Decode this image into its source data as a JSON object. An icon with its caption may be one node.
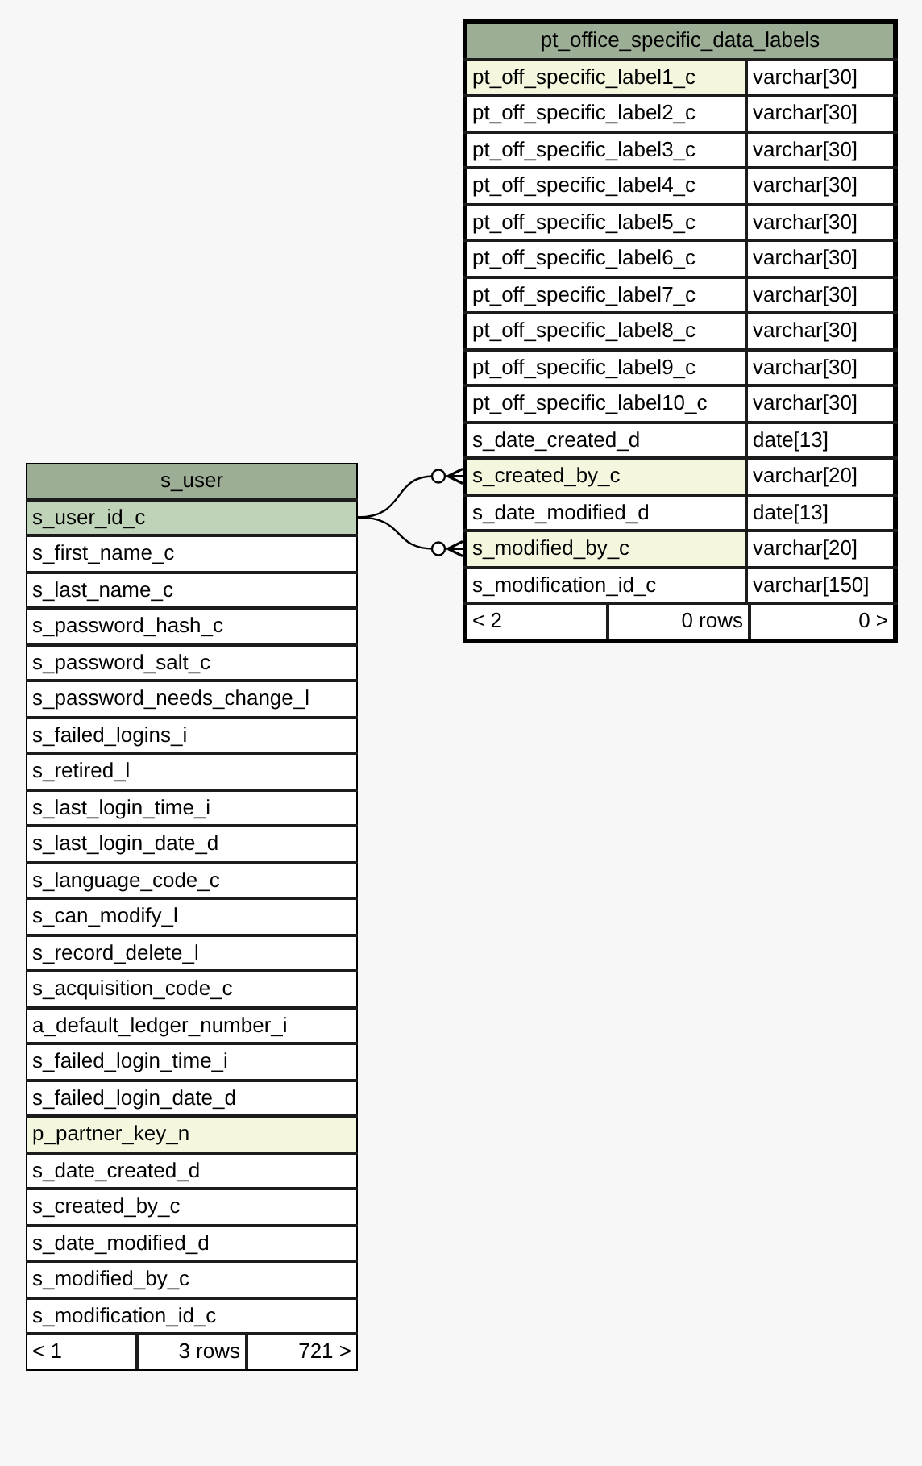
{
  "diagram": {
    "nodes": [
      {
        "text": [
          "pt_office_specific_data_labels"
        ]
      },
      {
        "text": [
          "pt_off_specific_label1_c",
          "varchar[30]"
        ],
        "in": 0
      },
      {
        "text": [
          "pt_off_specific_label2_c",
          "varchar[30]"
        ],
        "in": 0
      },
      {
        "text": [
          "pt_off_specific_label3_c",
          "varchar[30]"
        ],
        "in": 0
      },
      {
        "text": [
          "pt_off_specific_label4_c",
          "varchar[30]"
        ],
        "in": 0
      },
      {
        "text": [
          "pt_off_specific_label5_c",
          "varchar[30]"
        ],
        "in": 0
      },
      {
        "text": [
          "pt_off_specific_label6_c",
          "varchar[30]"
        ],
        "in": 0
      },
      {
        "text": [
          "pt_off_specific_label7_c",
          "varchar[30]"
        ],
        "in": 0
      },
      {
        "text": [
          "pt_off_specific_label8_c",
          "varchar[30]"
        ],
        "in": 0
      },
      {
        "text": [
          "pt_off_specific_label9_c",
          "varchar[30]"
        ],
        "in": 0
      },
      {
        "text": [
          "pt_off_specific_label10_c",
          "varchar[30]"
        ],
        "in": 0
      },
      {
        "text": [
          "s_date_created_d",
          "date[13]"
        ],
        "in": 0
      },
      {
        "text": [
          "s_created_by_c",
          "varchar[20]"
        ],
        "in": 0
      },
      {
        "text": [
          "s_date_modified_d",
          "date[13]"
        ],
        "in": 0
      },
      {
        "text": [
          "s_modified_by_c",
          "varchar[20]"
        ],
        "in": 0
      },
      {
        "text": [
          "s_modification_id_c",
          "varchar[150]"
        ],
        "in": 0
      },
      {
        "text": [
          "< 2",
          "0 rows",
          "0 >"
        ],
        "in": 0
      },
      {
        "text": [
          "s_user"
        ]
      },
      {
        "text": [
          "s_user_id_c"
        ],
        "in": 17
      },
      {
        "text": [
          "s_first_name_c"
        ],
        "in": 17
      },
      {
        "text": [
          "s_last_name_c"
        ],
        "in": 17
      },
      {
        "text": [
          "s_password_hash_c"
        ],
        "in": 17
      },
      {
        "text": [
          "s_password_salt_c"
        ],
        "in": 17
      },
      {
        "text": [
          "s_password_needs_change_l"
        ],
        "in": 17
      },
      {
        "text": [
          "s_failed_logins_i"
        ],
        "in": 17
      },
      {
        "text": [
          "s_retired_l"
        ],
        "in": 17
      },
      {
        "text": [
          "s_last_login_time_i"
        ],
        "in": 17
      },
      {
        "text": [
          "s_last_login_date_d"
        ],
        "in": 17
      },
      {
        "text": [
          "s_language_code_c"
        ],
        "in": 17
      },
      {
        "text": [
          "s_can_modify_l"
        ],
        "in": 17
      },
      {
        "text": [
          "s_record_delete_l"
        ],
        "in": 17
      },
      {
        "text": [
          "s_acquisition_code_c"
        ],
        "in": 17
      },
      {
        "text": [
          "a_default_ledger_number_i"
        ],
        "in": 17
      },
      {
        "text": [
          "s_failed_login_time_i"
        ],
        "in": 17
      },
      {
        "text": [
          "s_failed_login_date_d"
        ],
        "in": 17
      },
      {
        "text": [
          "p_partner_key_n"
        ],
        "in": 17
      },
      {
        "text": [
          "s_date_created_d"
        ],
        "in": 17
      },
      {
        "text": [
          "s_created_by_c"
        ],
        "in": 17
      },
      {
        "text": [
          "s_date_modified_d"
        ],
        "in": 17
      },
      {
        "text": [
          "s_modified_by_c"
        ],
        "in": 17
      },
      {
        "text": [
          "s_modification_id_c"
        ],
        "in": 17
      },
      {
        "text": [
          "< 1",
          "3 rows",
          "721 >"
        ],
        "in": 17
      }
    ],
    "edges": [
      {
        "from": 18,
        "to": 12,
        "arrow": "other"
      },
      {
        "from": 18,
        "to": 14,
        "arrow": "other"
      }
    ]
  }
}
